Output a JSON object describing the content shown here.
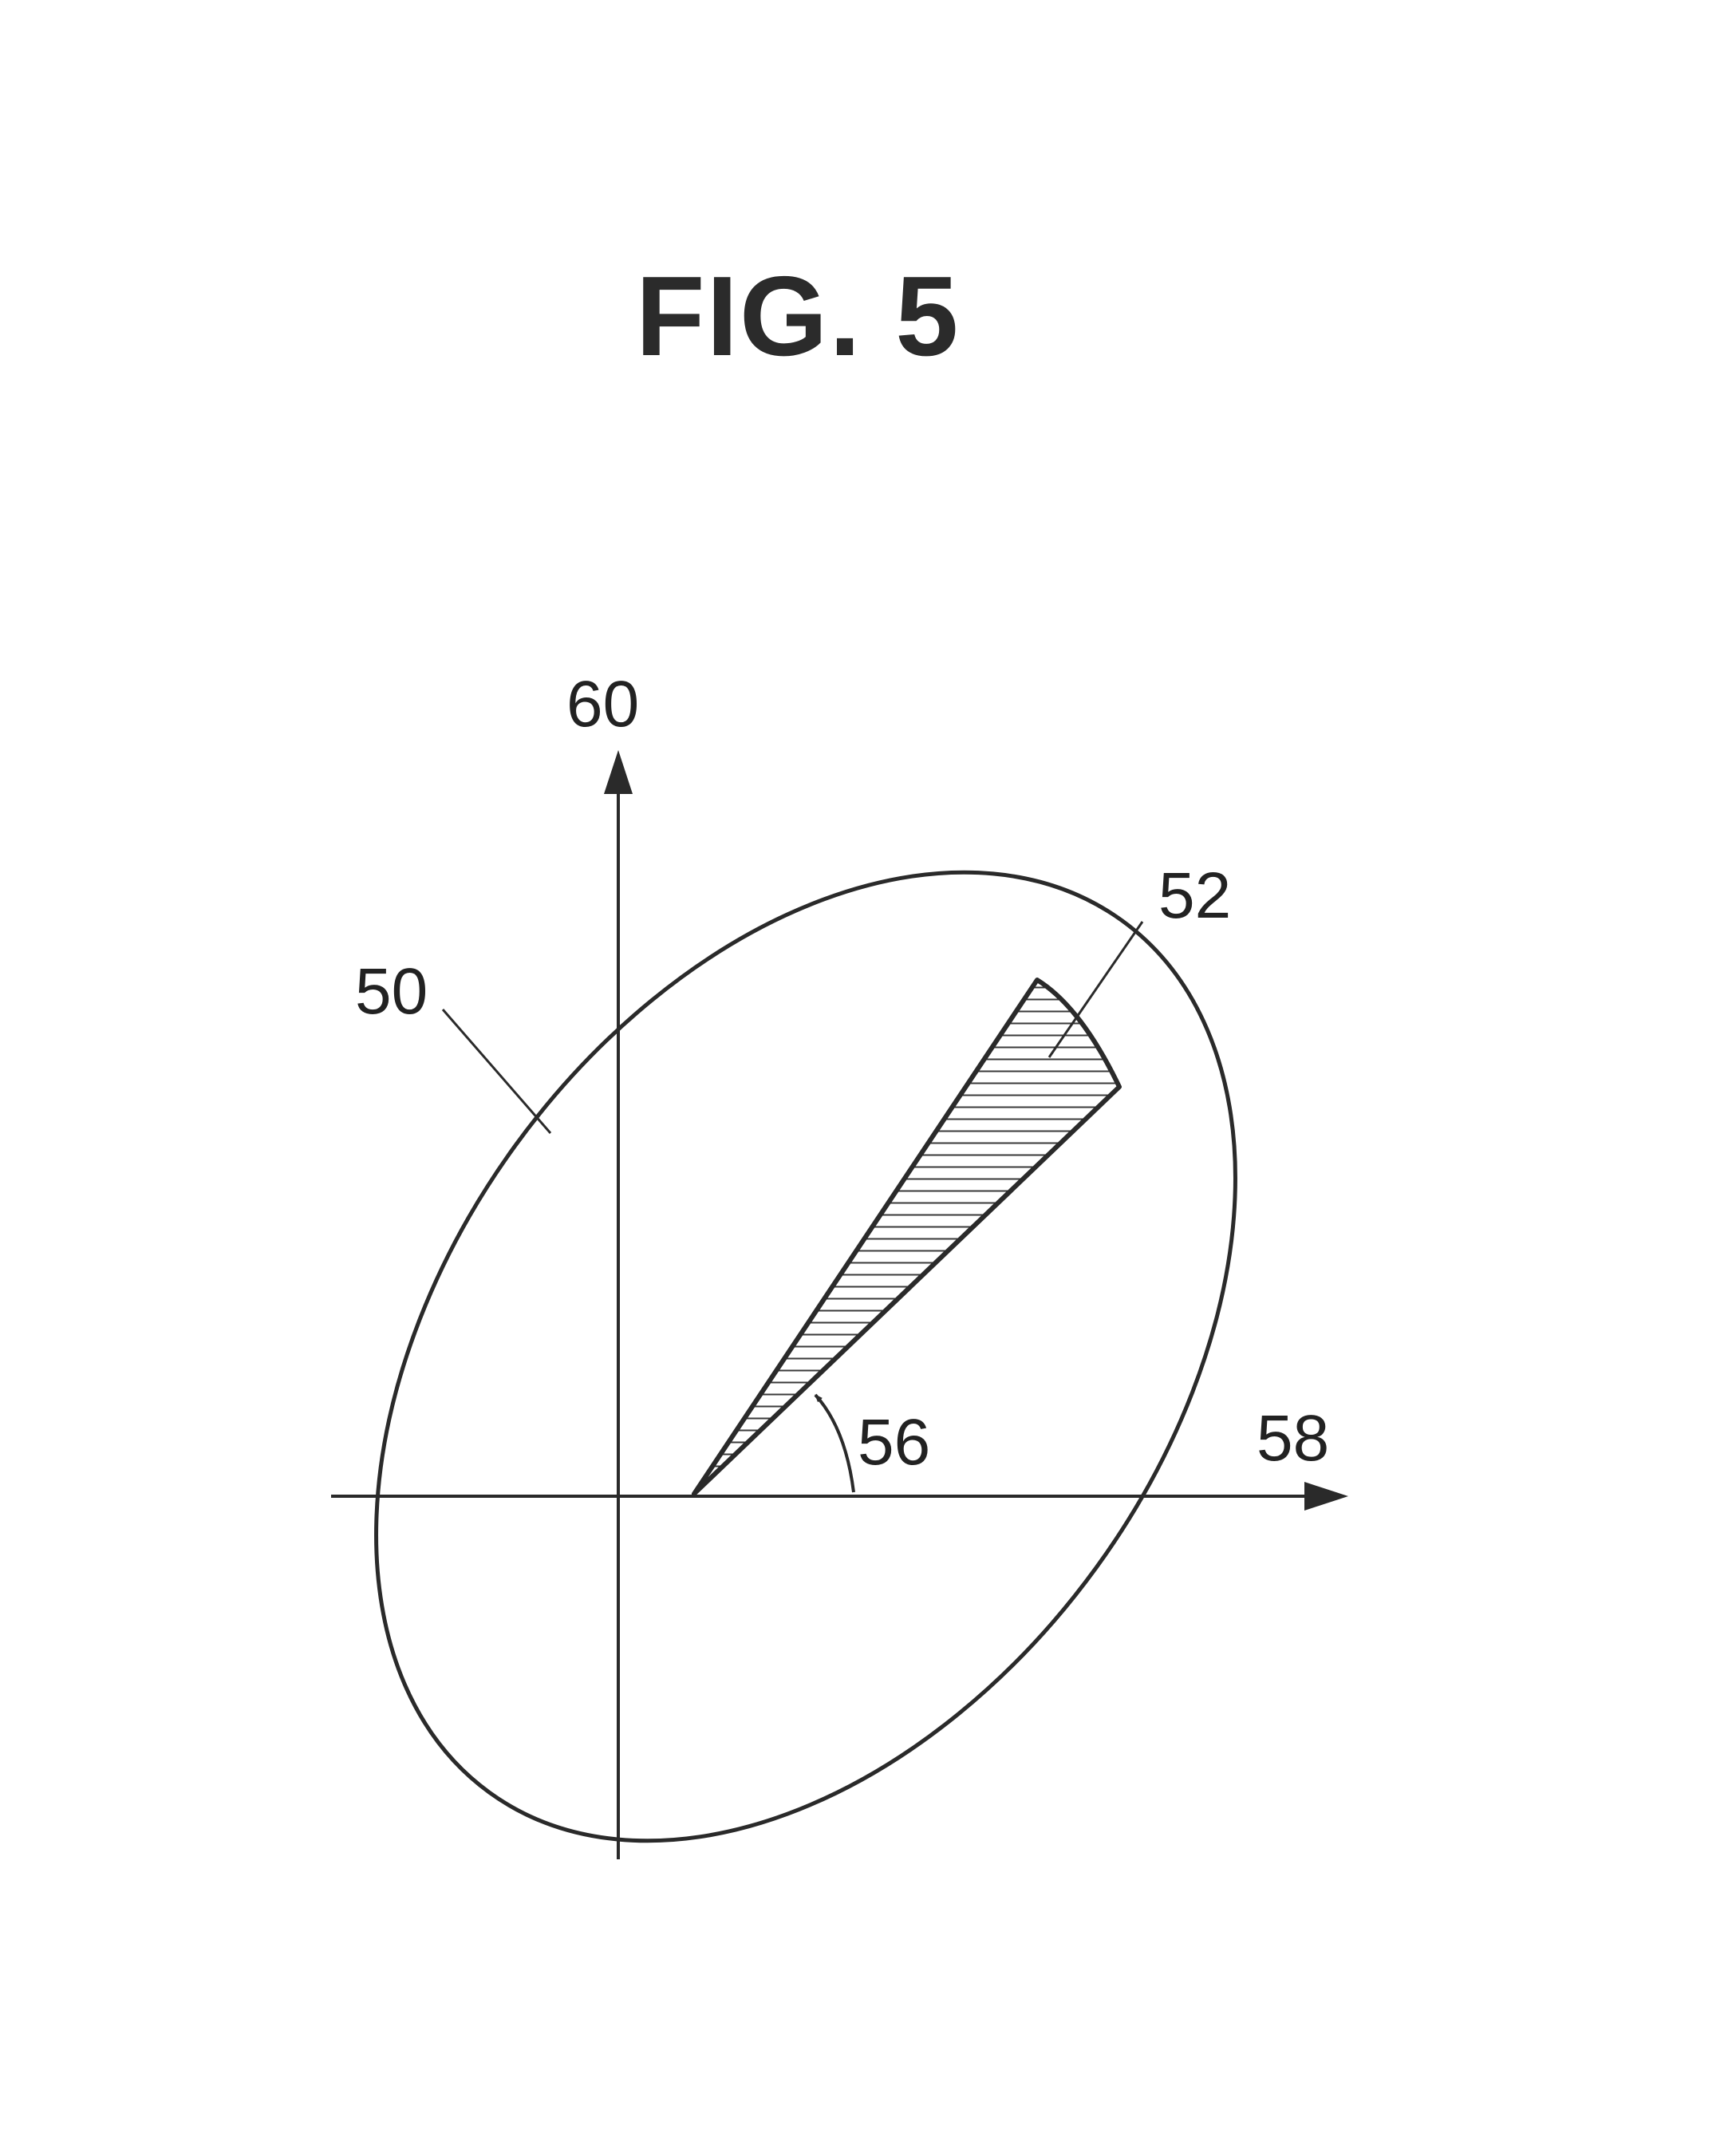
{
  "figure": {
    "title": "FIG. 5"
  },
  "labels": {
    "ellipse": "50",
    "shaded_region": "52",
    "angle": "56",
    "horizontal_axis": "58",
    "vertical_axis": "60"
  },
  "colors": {
    "stroke": "#2a2a2a",
    "hatch": "#3a3a3a",
    "background": "#ffffff"
  }
}
